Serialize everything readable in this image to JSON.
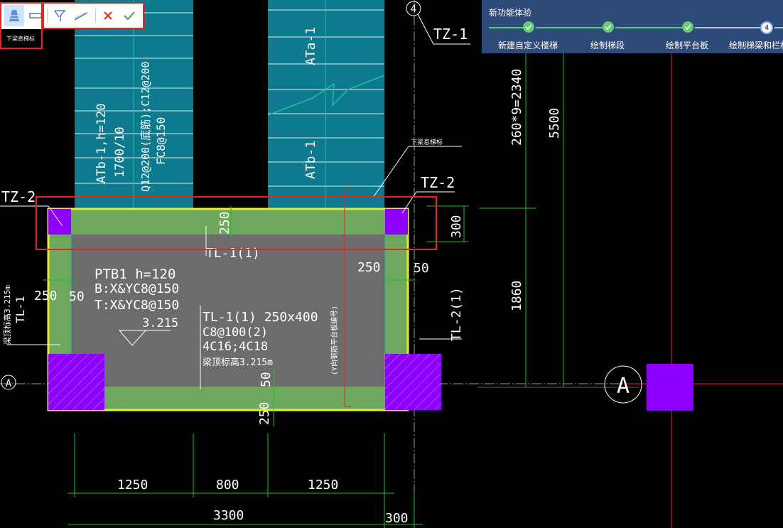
{
  "toolbar": {
    "tooltip": "下梁息梯标",
    "buttons": [
      {
        "name": "stair-slab-tool",
        "icon": "trapezoid-icon",
        "active": true
      },
      {
        "name": "slab-edge-tool",
        "icon": "slab-icon"
      },
      {
        "name": "flag-tool",
        "icon": "flag-icon"
      },
      {
        "name": "ramp-tool",
        "icon": "hatch-ramp-icon"
      },
      {
        "name": "cancel",
        "icon": "close-icon",
        "color": "#e8241d"
      },
      {
        "name": "confirm",
        "icon": "check-icon",
        "color": "#3aa845"
      }
    ]
  },
  "wizard": {
    "title": "新功能体验",
    "current_step": "4",
    "steps": [
      "新建自定义楼梯",
      "绘制梯段",
      "绘制平台板",
      "绘制梯梁和栏杆"
    ]
  },
  "drawing": {
    "colors": {
      "stair": "#0e7a8f",
      "platform": "#6ea85f",
      "slab": "#6c6c6c",
      "column": "#8d00ff",
      "outline": "#e9f01a",
      "dim": "#12c81a",
      "axis_red": "#e8241d"
    },
    "labels": {
      "grid_4": "4",
      "grid_a": "A",
      "tz1": "TZ-1",
      "tz2_left": "TZ-2",
      "tz2_right": "TZ-2",
      "tl1": "TL-1(1)",
      "tl2": "TL-2(1)",
      "tl1_side": "TL-1",
      "atb_left": "ATb-1,h=120",
      "atb_left_2": "1700/10",
      "atb_left_3": "Q12@200(底筋);C12@200",
      "atb_left_4": "FC8@150",
      "ata": "ATa-1",
      "atb_right": "ATb-1",
      "ptb": "PTB1  h=120",
      "ptb_b": "B:X&YC8@150",
      "ptb_t": "T:X&YC8@150",
      "level": "3.215",
      "tl_spec": "TL-1(1) 250x400",
      "tl_stir": "C8@100(2)",
      "tl_bars": "4C16;4C18",
      "tl_elev": "梁顶标高3.215m",
      "side_elev": "梁顶标高3.215m",
      "under_beam_note": "下梁息梯标",
      "vertical_note": "(Y向钢筋平台板编号)",
      "d250_top": "250",
      "d300": "300",
      "d250_r": "250",
      "d50_r": "50",
      "d250_l": "250",
      "d50_l": "50",
      "d50_mid": "50",
      "d250_bot": "250",
      "d1250_a": "1250",
      "d800": "800",
      "d1250_b": "1250",
      "d3300": "3300",
      "d300_b": "300",
      "d2340": "260*9=2340",
      "d5500": "5500",
      "d1860": "1860"
    }
  }
}
